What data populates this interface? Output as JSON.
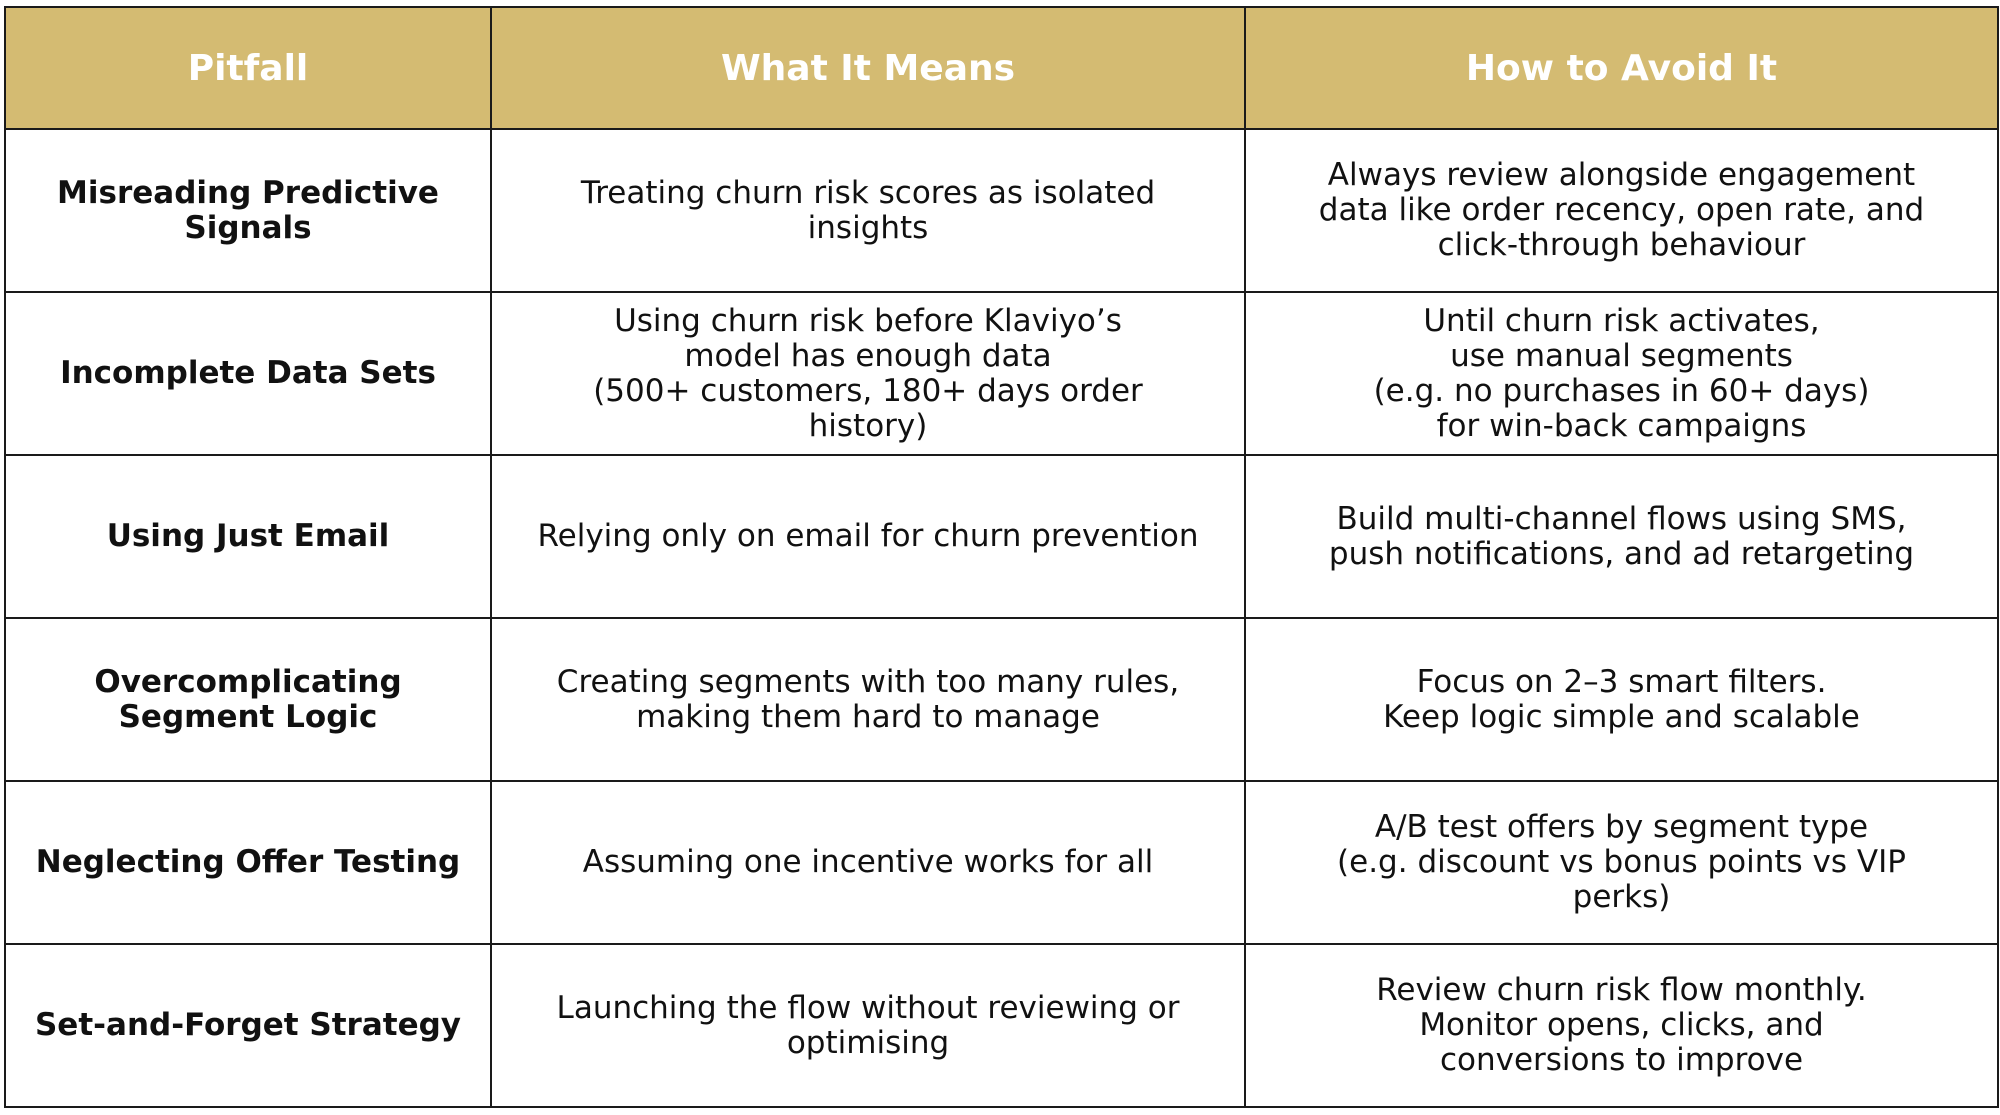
{
  "table": {
    "header_bg": "#d4bb72",
    "columns": [
      "Pitfall",
      "What It Means",
      "How to Avoid It"
    ],
    "rows": [
      {
        "pitfall": "Misreading Predictive\nSignals",
        "means": "Treating churn risk scores as isolated\ninsights",
        "avoid": "Always review alongside engagement\ndata like order recency, open rate, and\nclick-through behaviour"
      },
      {
        "pitfall": "Incomplete Data Sets",
        "means": "Using churn risk before Klaviyo’s\nmodel has enough data\n(500+ customers, 180+ days order\nhistory)",
        "avoid": "Until churn risk activates,\nuse manual segments\n(e.g. no purchases in 60+ days)\nfor win-back campaigns"
      },
      {
        "pitfall": "Using Just Email",
        "means": "Relying only on email for churn prevention",
        "avoid": "Build multi-channel flows using SMS,\npush notifications, and ad retargeting"
      },
      {
        "pitfall": "Overcomplicating\nSegment Logic",
        "means": "Creating segments with too many rules,\nmaking them hard to manage",
        "avoid": "Focus on 2–3 smart filters.\nKeep logic simple and scalable"
      },
      {
        "pitfall": "Neglecting Offer Testing",
        "means": "Assuming one incentive works for all",
        "avoid": "A/B test offers by segment type\n(e.g. discount vs bonus points vs VIP\nperks)"
      },
      {
        "pitfall": "Set-and-Forget Strategy",
        "means": "Launching the flow without reviewing or\noptimising",
        "avoid": "Review churn risk flow monthly.\nMonitor opens, clicks, and\nconversions to improve"
      }
    ]
  }
}
